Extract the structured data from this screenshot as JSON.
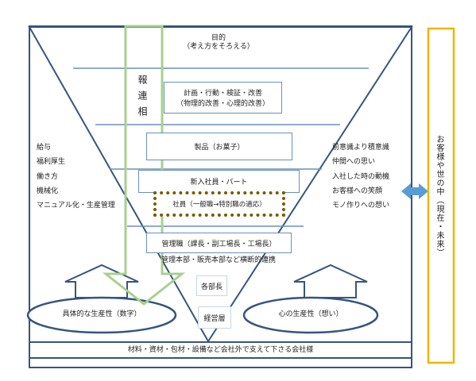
{
  "purpose": {
    "title": "目的",
    "subtitle": "（考え方をそろえる）"
  },
  "hourensou": "報連相",
  "plan_box": {
    "line1": "計画・行動・検証・改善",
    "line2": "（物理的改善・心理的改善）"
  },
  "product_box": "製品（お菓子）",
  "newhire_box": "新入社員・パート",
  "employee_box": "社員（一般職→特別職の適応）",
  "manager_box": "管理職（課長・副工場長・工場長）",
  "cross_link": "管理本部・販売本部など横断的連携",
  "dept_head": "各部長",
  "executive": "経営層",
  "left_items": [
    "給与",
    "福利厚生",
    "働き方",
    "機械化",
    "マニュアル化・生産管理"
  ],
  "right_items": [
    "前意識より積意識",
    "仲間への思い",
    "入社した時の動機",
    "お客様への笑顔",
    "モノ作りへの想い"
  ],
  "left_ellipse": "具体的な生産性（数字）",
  "right_ellipse": "心の生産性（想い）",
  "bottom_bar": "材料・資材・包材・設備など会社外で支えて下さる会社様",
  "side_label": "お客様や世の中（現在・未来）",
  "colors": {
    "frame": "#35557f",
    "line": "#6a8fc0",
    "green": "#a8d08d",
    "orange": "#f0b400",
    "dots": "#7a5a00"
  }
}
